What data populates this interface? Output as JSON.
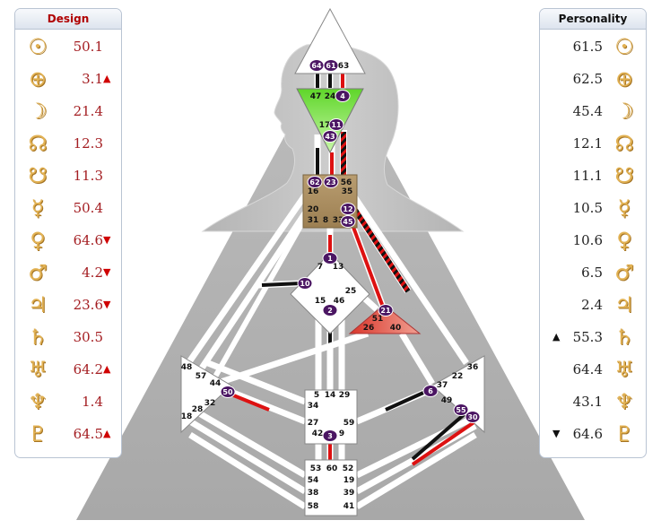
{
  "design": {
    "title": "Design",
    "title_color": "#b00000",
    "rows": [
      {
        "planet": "sun-icon",
        "glyph": "☉",
        "value": "50.1",
        "arrow": ""
      },
      {
        "planet": "earth-icon",
        "glyph": "⊕",
        "value": "3.1",
        "arrow": "▲"
      },
      {
        "planet": "moon-icon",
        "glyph": "☽",
        "value": "21.4",
        "arrow": ""
      },
      {
        "planet": "north-node-icon",
        "glyph": "☊",
        "value": "12.3",
        "arrow": ""
      },
      {
        "planet": "south-node-icon",
        "glyph": "☋",
        "value": "11.3",
        "arrow": ""
      },
      {
        "planet": "mercury-icon",
        "glyph": "☿",
        "value": "50.4",
        "arrow": ""
      },
      {
        "planet": "venus-icon",
        "glyph": "♀",
        "value": "64.6",
        "arrow": "▼"
      },
      {
        "planet": "mars-icon",
        "glyph": "♂",
        "value": "4.2",
        "arrow": "▼"
      },
      {
        "planet": "jupiter-icon",
        "glyph": "♃",
        "value": "23.6",
        "arrow": "▼"
      },
      {
        "planet": "saturn-icon",
        "glyph": "♄",
        "value": "30.5",
        "arrow": ""
      },
      {
        "planet": "uranus-icon",
        "glyph": "♅",
        "value": "64.2",
        "arrow": "▲"
      },
      {
        "planet": "neptune-icon",
        "glyph": "♆",
        "value": "1.4",
        "arrow": ""
      },
      {
        "planet": "pluto-icon",
        "glyph": "♇",
        "value": "64.5",
        "arrow": "▲"
      }
    ]
  },
  "personality": {
    "title": "Personality",
    "title_color": "#111111",
    "rows": [
      {
        "planet": "sun-icon",
        "glyph": "☉",
        "value": "61.5",
        "arrow": ""
      },
      {
        "planet": "earth-icon",
        "glyph": "⊕",
        "value": "62.5",
        "arrow": ""
      },
      {
        "planet": "moon-icon",
        "glyph": "☽",
        "value": "45.4",
        "arrow": ""
      },
      {
        "planet": "north-node-icon",
        "glyph": "☊",
        "value": "12.1",
        "arrow": ""
      },
      {
        "planet": "south-node-icon",
        "glyph": "☋",
        "value": "11.1",
        "arrow": ""
      },
      {
        "planet": "mercury-icon",
        "glyph": "☿",
        "value": "10.5",
        "arrow": ""
      },
      {
        "planet": "venus-icon",
        "glyph": "♀",
        "value": "10.6",
        "arrow": ""
      },
      {
        "planet": "mars-icon",
        "glyph": "♂",
        "value": "6.5",
        "arrow": ""
      },
      {
        "planet": "jupiter-icon",
        "glyph": "♃",
        "value": "2.4",
        "arrow": ""
      },
      {
        "planet": "saturn-icon",
        "glyph": "♄",
        "value": "55.3",
        "arrow": "▲"
      },
      {
        "planet": "uranus-icon",
        "glyph": "♅",
        "value": "64.4",
        "arrow": ""
      },
      {
        "planet": "neptune-icon",
        "glyph": "♆",
        "value": "43.1",
        "arrow": ""
      },
      {
        "planet": "pluto-icon",
        "glyph": "♇",
        "value": "64.6",
        "arrow": "▼"
      }
    ]
  },
  "colors": {
    "design_red": "#a41e22",
    "personality_black": "#222222",
    "gate_badge": "#4b1663",
    "head_center": "#ffffff",
    "ajna_center": "#66dd33",
    "g_center": "#ffffff",
    "throat_center": "#a88c5f",
    "heart_center": "#e5564a",
    "channel_white": "#ffffff",
    "silhouette": "#bdbdbd"
  },
  "gates": {
    "head": [
      "64",
      "61",
      "63"
    ],
    "ajna": [
      "47",
      "24",
      "4",
      "17",
      "11",
      "43"
    ],
    "throat": [
      "62",
      "23",
      "56",
      "16",
      "35",
      "20",
      "12",
      "31",
      "8",
      "33",
      "45"
    ],
    "g": [
      "1",
      "7",
      "13",
      "10",
      "25",
      "15",
      "46",
      "2"
    ],
    "heart": [
      "21",
      "51",
      "26",
      "40"
    ],
    "spleen": [
      "48",
      "57",
      "44",
      "50",
      "32",
      "28",
      "18"
    ],
    "solar": [
      "36",
      "22",
      "37",
      "6",
      "49",
      "55",
      "30"
    ],
    "sacral": [
      "5",
      "14",
      "29",
      "34",
      "27",
      "59",
      "42",
      "3",
      "9"
    ],
    "root": [
      "53",
      "60",
      "52",
      "54",
      "19",
      "38",
      "39",
      "58",
      "41"
    ]
  }
}
